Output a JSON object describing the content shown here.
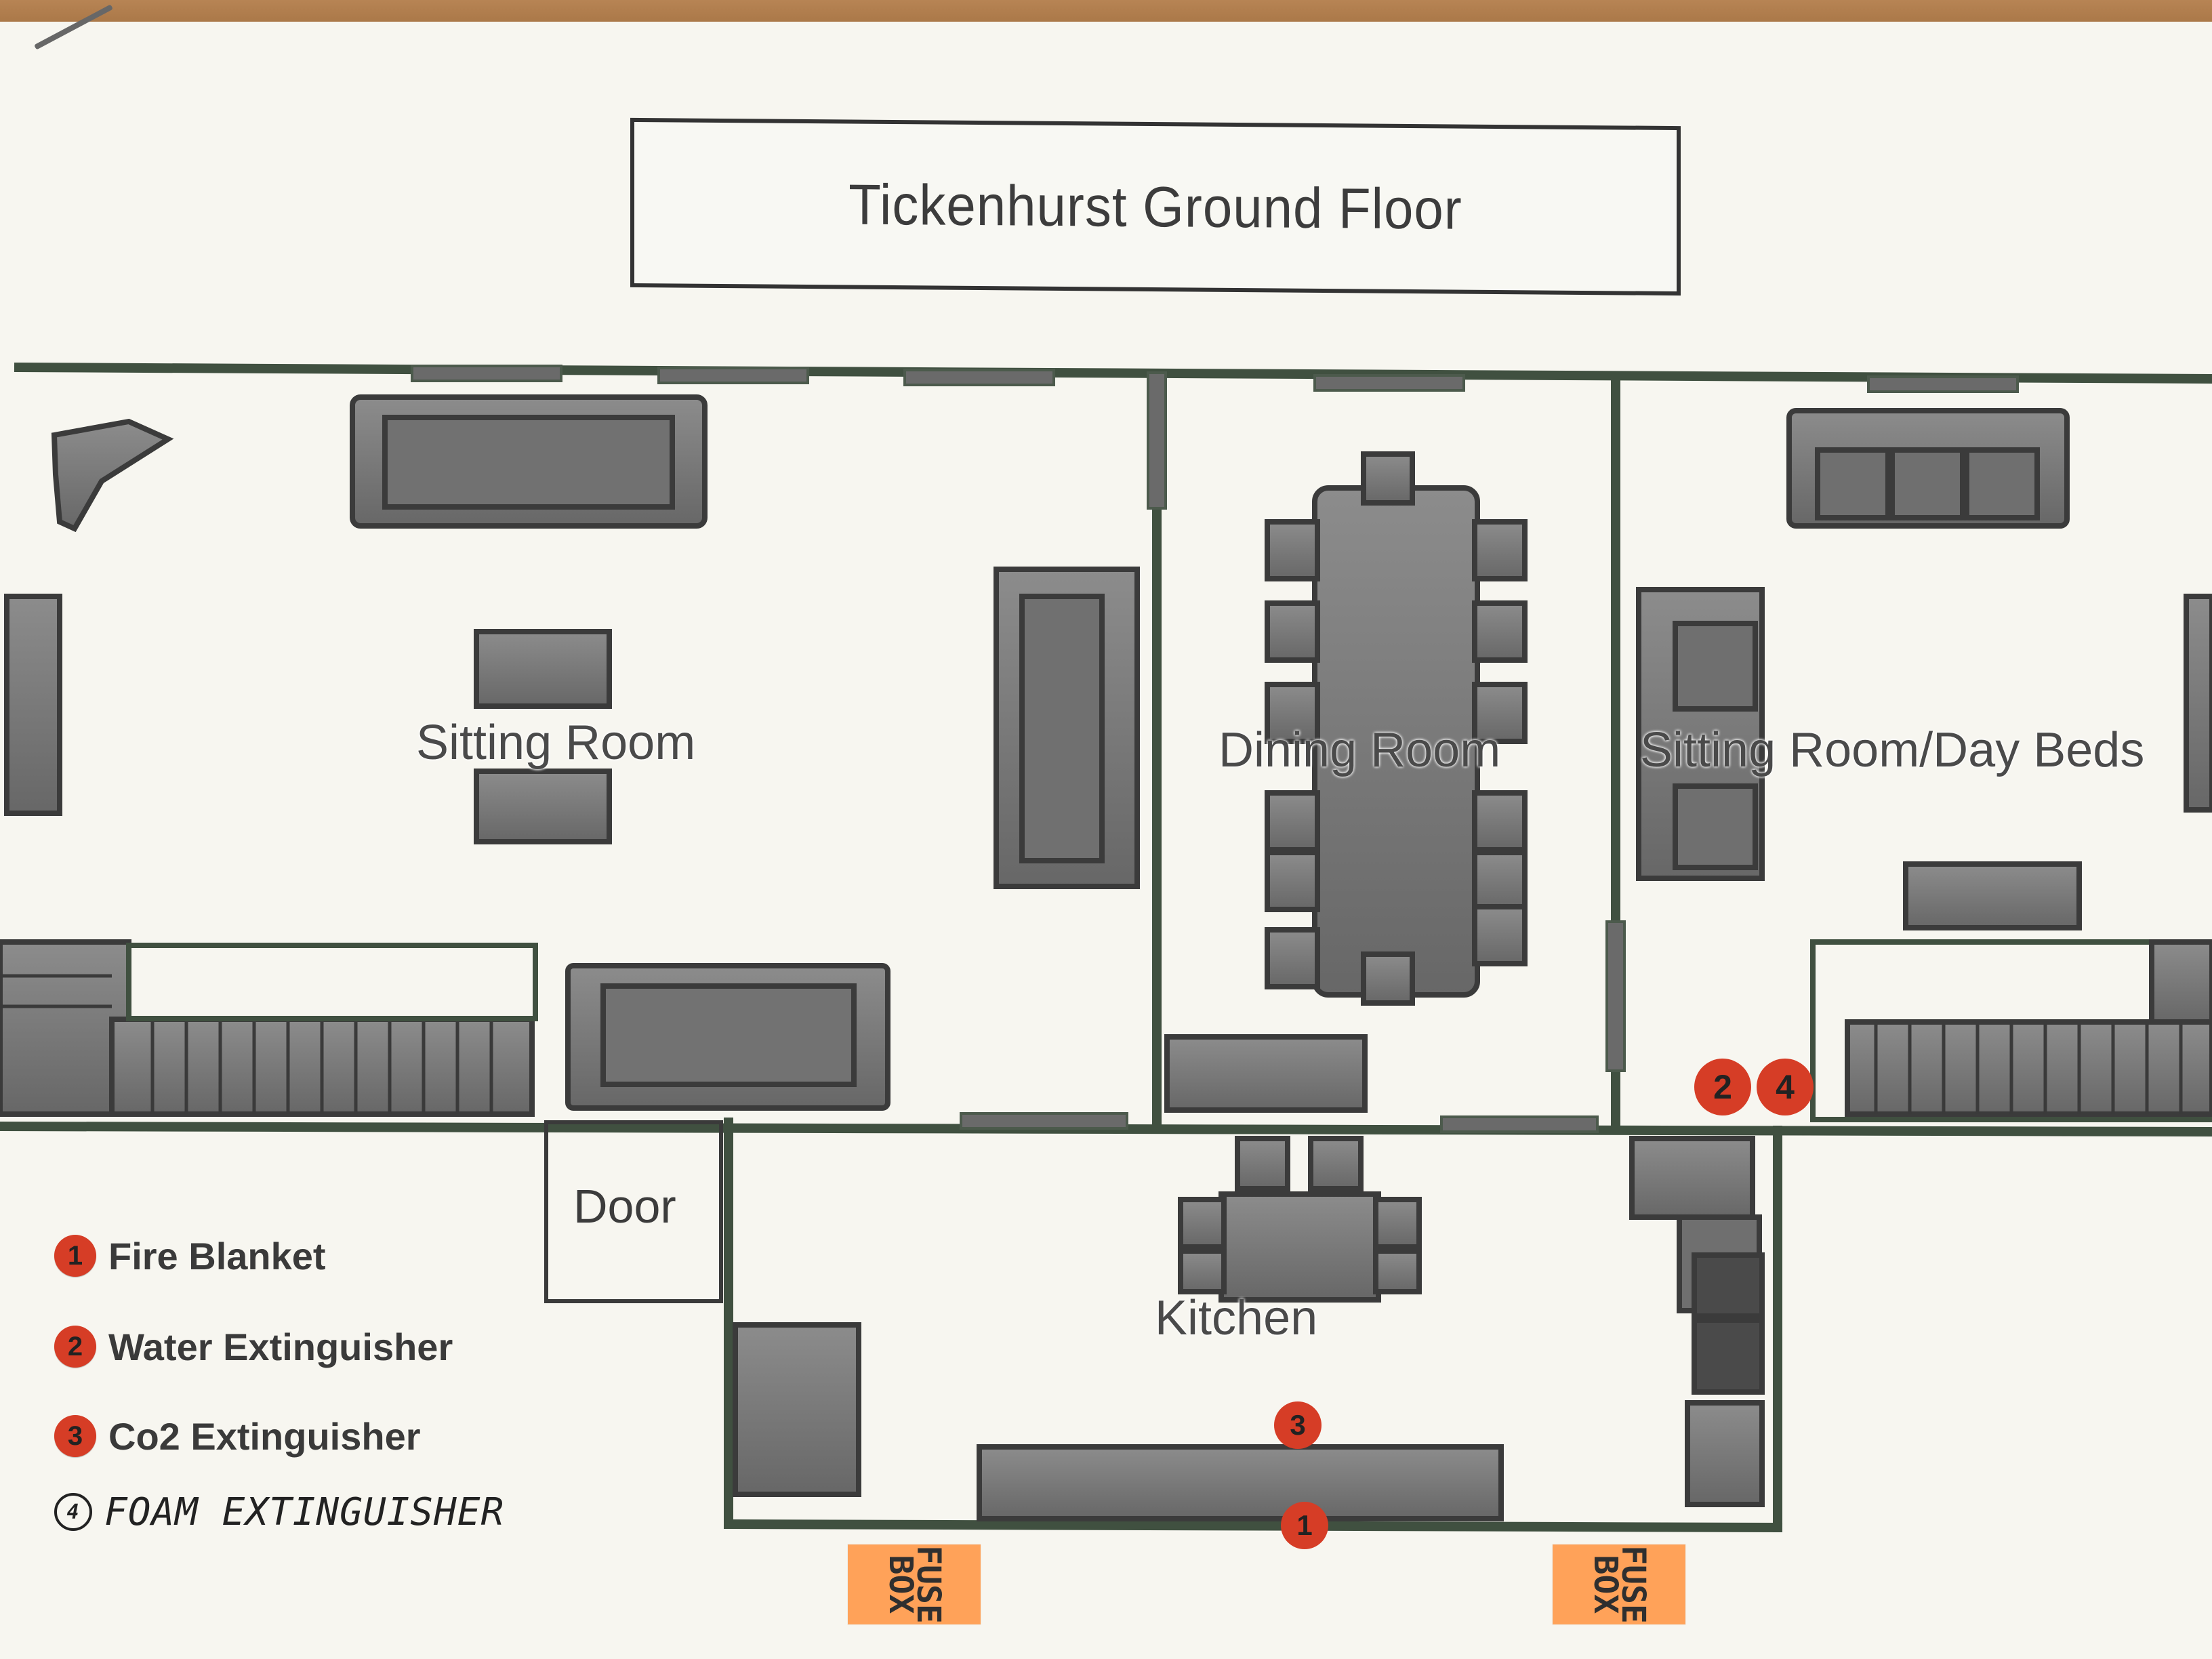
{
  "plan": {
    "title": "Tickenhurst Ground Floor",
    "rooms": {
      "sitting_room": "Sitting Room",
      "dining_room": "Dining Room",
      "sitting_room_day_beds": "Sitting Room/Day Beds",
      "door": "Door",
      "kitchen": "Kitchen"
    },
    "legend": [
      {
        "marker": "1",
        "label": "Fire Blanket"
      },
      {
        "marker": "2",
        "label": "Water Extinguisher"
      },
      {
        "marker": "3",
        "label": "Co2 Extinguisher"
      },
      {
        "marker": "4",
        "label": "FOAM EXTINGUISHER"
      }
    ],
    "map_markers": [
      "2",
      "4",
      "3",
      "1"
    ],
    "fuse_tags": [
      "FUSE\nBOX",
      "FUSE\nBOX"
    ]
  },
  "colors": {
    "wall": "#405040",
    "furniture_dark": "#3d3d3d",
    "furniture_mid": "#757575",
    "marker_red": "#d63d26",
    "tag_orange": "#ffa259",
    "paper": "#f7f6f0"
  }
}
